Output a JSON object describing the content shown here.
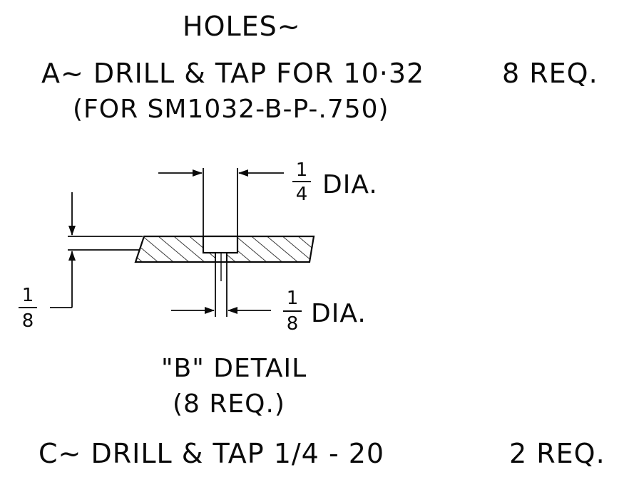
{
  "title": "HOLES~",
  "hole_a": {
    "line1": "A~ DRILL & TAP FOR 10·32",
    "line2": "(FOR SM1032-B-P-.750)",
    "qty": "8 REQ."
  },
  "detail": {
    "top_dim_num": "1",
    "top_dim_den": "4",
    "top_dim_label": "DIA.",
    "bottom_dim_num": "1",
    "bottom_dim_den": "8",
    "bottom_dim_label": "DIA.",
    "thickness_num": "1",
    "thickness_den": "8",
    "name": "\"B\" DETAIL",
    "qty": "(8 REQ.)"
  },
  "hole_c": {
    "line1": "C~ DRILL & TAP 1/4 - 20",
    "qty": "2 REQ."
  },
  "colors": {
    "ink": "#0a0a0a",
    "paper": "#ffffff"
  }
}
